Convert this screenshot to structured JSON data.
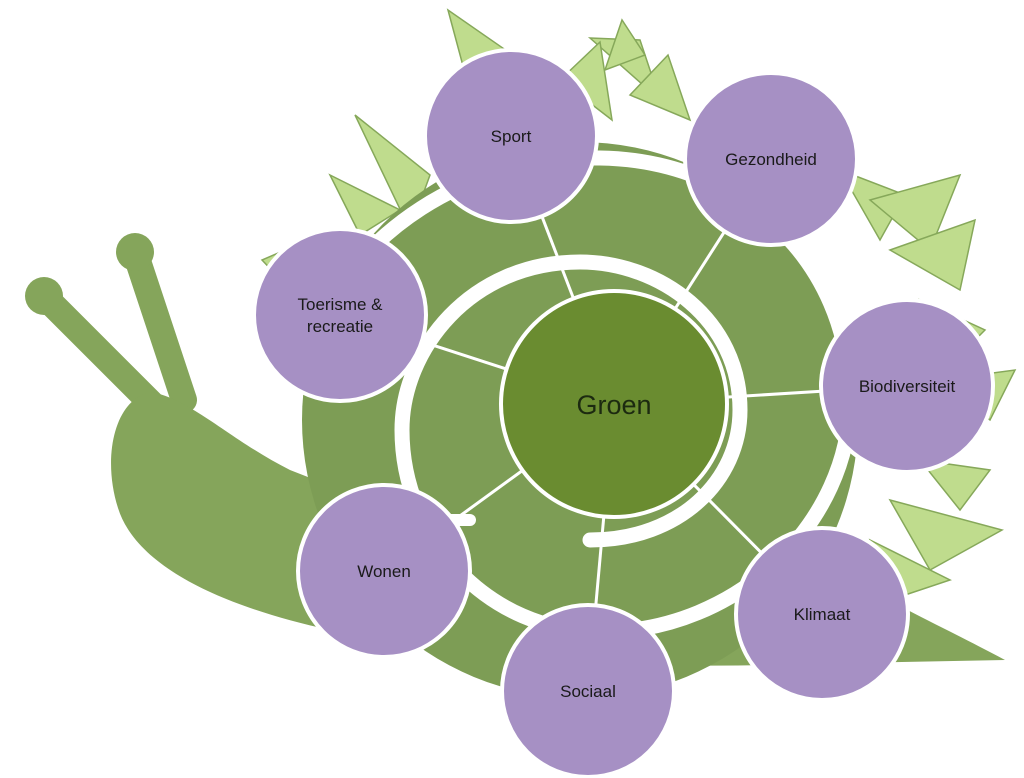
{
  "diagram": {
    "center": {
      "label": "Groen"
    },
    "nodes": [
      {
        "id": "sport",
        "lines": [
          "Sport"
        ]
      },
      {
        "id": "gezondheid",
        "lines": [
          "Gezondheid"
        ]
      },
      {
        "id": "toerisme-recreatie",
        "lines": [
          "Toerisme &",
          "recreatie"
        ]
      },
      {
        "id": "biodiversiteit",
        "lines": [
          "Biodiversiteit"
        ]
      },
      {
        "id": "wonen",
        "lines": [
          "Wonen"
        ]
      },
      {
        "id": "klimaat",
        "lines": [
          "Klimaat"
        ]
      },
      {
        "id": "sociaal",
        "lines": [
          "Sociaal"
        ]
      }
    ]
  },
  "colors": {
    "snail_body": "#85a55b",
    "snail_shell": "#7d9d55",
    "shell_groove": "#ffffff",
    "center_circle": "#6a8c30",
    "center_outline": "#ffffff",
    "node_fill": "#a690c4",
    "node_outline": "#ffffff",
    "connector": "#ffffff",
    "crystal_fill": "#bfdc8d",
    "crystal_stroke": "#86a85a"
  }
}
